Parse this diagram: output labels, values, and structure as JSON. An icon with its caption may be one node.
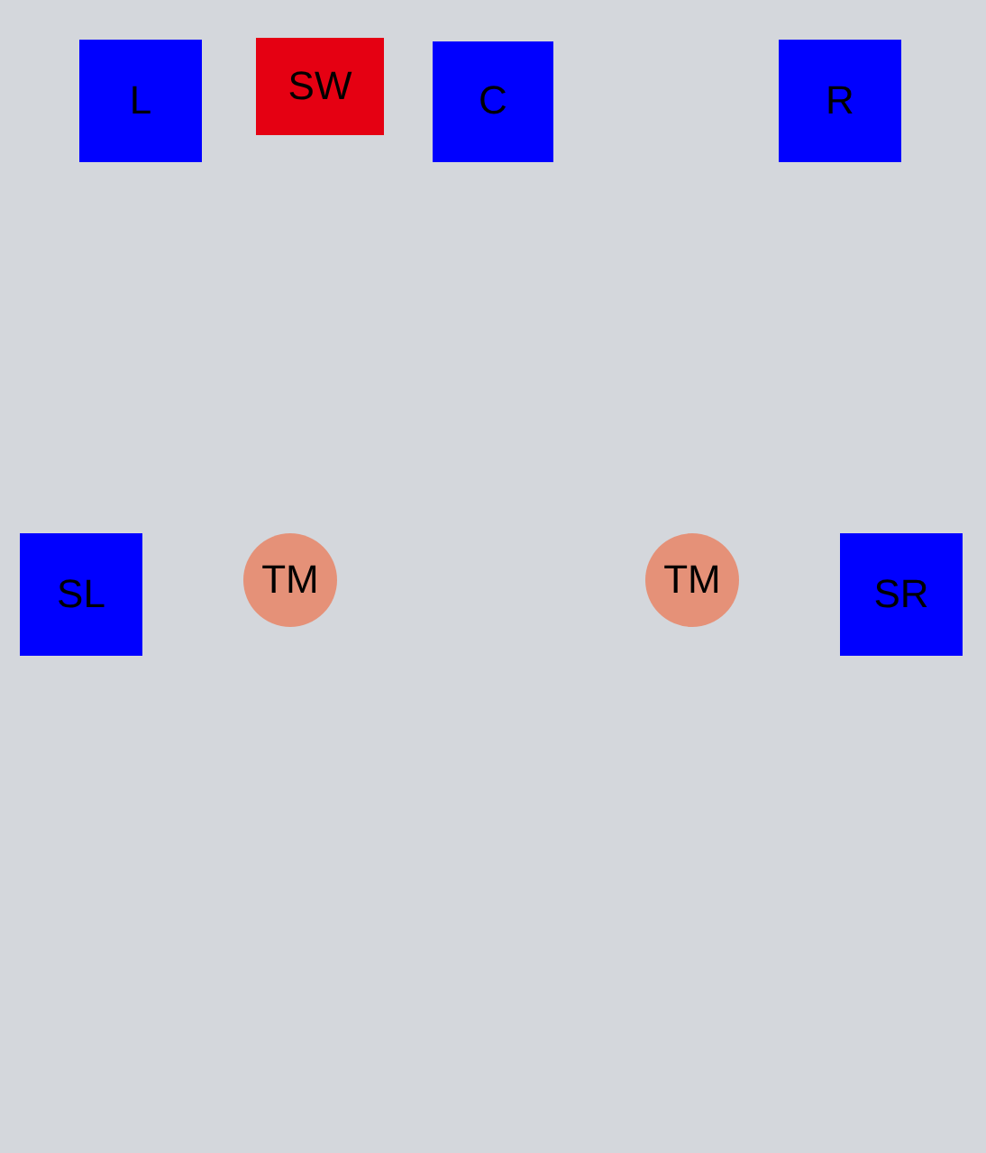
{
  "diagram": {
    "nodes": [
      {
        "text": [
          "L"
        ]
      },
      {
        "text": [
          "SW"
        ]
      },
      {
        "text": [
          "C"
        ]
      },
      {
        "text": [
          "R"
        ]
      },
      {
        "text": [
          "SL"
        ]
      },
      {
        "text": [
          "TM"
        ]
      },
      {
        "text": [
          "TM"
        ]
      },
      {
        "text": [
          "SR"
        ]
      }
    ]
  }
}
